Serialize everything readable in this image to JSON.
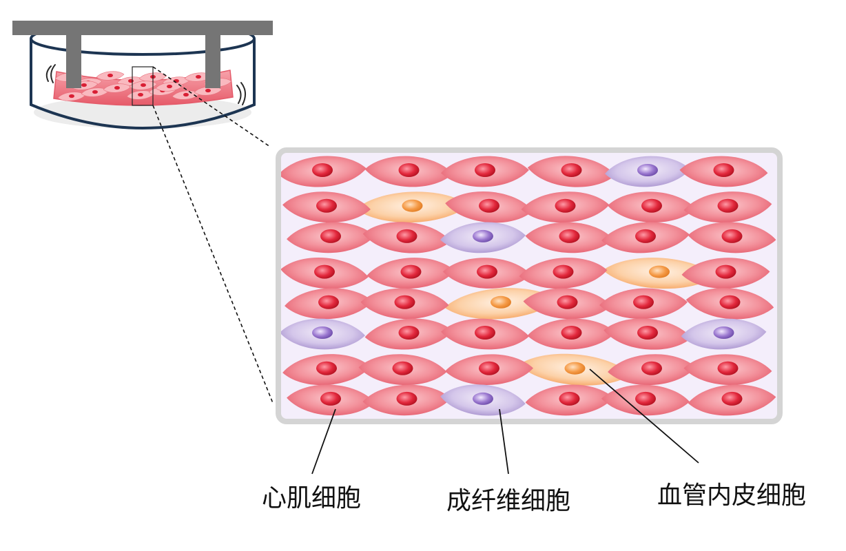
{
  "labels": {
    "cardiomyocyte": "心肌细胞",
    "fibroblast": "成纤维细胞",
    "endothelial": "血管内皮细胞"
  },
  "colors": {
    "cardiomyocyte": "#e85a6a",
    "fibroblast": "#f7a566",
    "endothelial": "#a58fc9",
    "dish_outline": "#1d3552",
    "holder": "#757575",
    "panel_border": "#d4d4d4",
    "panel_fill": "#f4eefb"
  },
  "tissue_grid": [
    [
      "C",
      "C",
      "C",
      "C",
      "E",
      "C"
    ],
    [
      "C",
      "F",
      "C",
      "C",
      "C",
      "C"
    ],
    [
      "C",
      "C",
      "E",
      "C",
      "C",
      "C"
    ],
    [
      "C",
      "C",
      "C",
      "C",
      "F",
      "C"
    ],
    [
      "C",
      "C",
      "F",
      "C",
      "C",
      "C"
    ],
    [
      "E",
      "C",
      "C",
      "C",
      "C",
      "E"
    ],
    [
      "C",
      "C",
      "C",
      "F",
      "C",
      "C"
    ],
    [
      "C",
      "C",
      "E",
      "C",
      "C",
      "C"
    ]
  ]
}
